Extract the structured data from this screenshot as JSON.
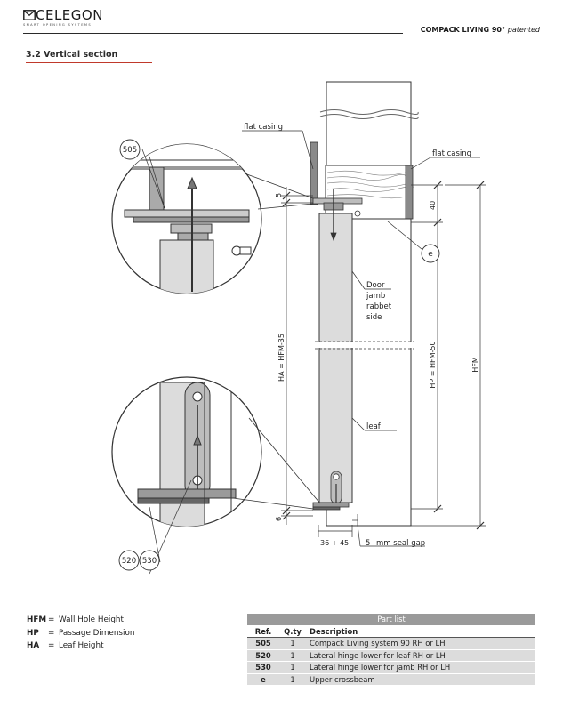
{
  "header": {
    "logo_text": "CELEGON",
    "logo_tagline": "SMART OPENING SYSTEMS",
    "product_title": "COMPACK LIVING 90°",
    "product_note": "patented"
  },
  "section": {
    "title": "3.2   Vertical section"
  },
  "drawing": {
    "labels": {
      "flat_casing_left": "flat casing",
      "flat_casing_right": "flat casing",
      "door_jamb_rabbet_side": [
        "Door",
        "jamb",
        "rabbet",
        "side"
      ],
      "leaf": "leaf",
      "seal_gap": "mm seal gap"
    },
    "callouts": {
      "c505": "505",
      "c520": "520",
      "c530": "530",
      "ce": "e"
    },
    "dimensions": {
      "top_gap": "5",
      "crossbeam": "40",
      "bottom_gap": "6",
      "seal_gap_value": "5",
      "thickness": "36 ÷ 45",
      "ha": "HA = HFM-35",
      "hp": "HP = HFM-50",
      "hfm": "HFM"
    }
  },
  "legend": [
    {
      "key": "HFM",
      "desc": "Wall Hole Height"
    },
    {
      "key": "HP",
      "desc": "Passage Dimension"
    },
    {
      "key": "HA",
      "desc": "Leaf Height"
    }
  ],
  "part_list": {
    "caption": "Part list",
    "headers": {
      "ref": "Ref.",
      "qty": "Q.ty",
      "desc": "Description"
    },
    "rows": [
      {
        "ref": "505",
        "qty": "1",
        "desc": "Compack Living system 90 RH or LH"
      },
      {
        "ref": "520",
        "qty": "1",
        "desc": "Lateral hinge lower for leaf RH or LH"
      },
      {
        "ref": "530",
        "qty": "1",
        "desc": "Lateral hinge lower for jamb RH or LH"
      },
      {
        "ref": "e",
        "qty": "1",
        "desc": "Upper crossbeam"
      }
    ]
  }
}
